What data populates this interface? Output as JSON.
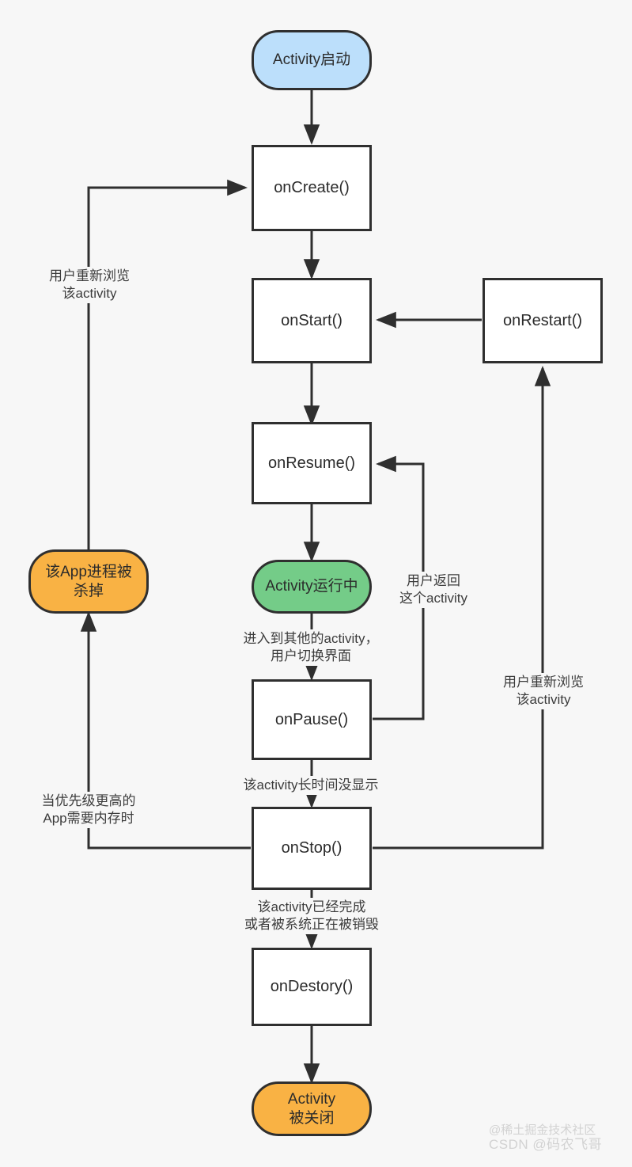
{
  "diagram": {
    "title": "Activity Lifecycle Flowchart",
    "colors": {
      "background": "#f7f7f7",
      "stroke": "#2f2f2f",
      "node_fill": "#ffffff",
      "start_fill": "#bcdffb",
      "running_fill": "#74cc88",
      "terminal_orange": "#f9b244",
      "text": "#2b2b2b",
      "label_text": "#3c3c3c",
      "watermark": "#d2d2d2"
    },
    "nodes": [
      {
        "id": "start",
        "label": "Activity启动",
        "shape": "rounded",
        "fill": "start_fill"
      },
      {
        "id": "oncreate",
        "label": "onCreate()",
        "shape": "rect",
        "fill": "node_fill"
      },
      {
        "id": "onstart",
        "label": "onStart()",
        "shape": "rect",
        "fill": "node_fill"
      },
      {
        "id": "onrestart",
        "label": "onRestart()",
        "shape": "rect",
        "fill": "node_fill"
      },
      {
        "id": "onresume",
        "label": "onResume()",
        "shape": "rect",
        "fill": "node_fill"
      },
      {
        "id": "running",
        "label": "Activity运行中",
        "shape": "rounded",
        "fill": "running_fill"
      },
      {
        "id": "killed",
        "label": "该App进程被\n杀掉",
        "shape": "rounded",
        "fill": "terminal_orange"
      },
      {
        "id": "onpause",
        "label": "onPause()",
        "shape": "rect",
        "fill": "node_fill"
      },
      {
        "id": "onstop",
        "label": "onStop()",
        "shape": "rect",
        "fill": "node_fill"
      },
      {
        "id": "ondestroy",
        "label": "onDestory()",
        "shape": "rect",
        "fill": "node_fill"
      },
      {
        "id": "closed",
        "label": "Activity\n被关闭",
        "shape": "rounded",
        "fill": "terminal_orange"
      }
    ],
    "edge_labels": [
      {
        "id": "relaunch_left",
        "text": "用户重新浏览\n该activity"
      },
      {
        "id": "return_activity",
        "text": "用户返回\n这个activity"
      },
      {
        "id": "switch_activity",
        "text": "进入到其他的activity，\n用户切换界面"
      },
      {
        "id": "relaunch_right",
        "text": "用户重新浏览\n该activity"
      },
      {
        "id": "not_visible",
        "text": "该activity长时间没显示"
      },
      {
        "id": "memory_needed",
        "text": "当优先级更高的\nApp需要内存时"
      },
      {
        "id": "finished",
        "text": "该activity已经完成\n或者被系统正在被销毁"
      }
    ],
    "watermark": {
      "line1": "@稀土掘金技术社区",
      "line2": "CSDN @码农飞哥"
    }
  }
}
